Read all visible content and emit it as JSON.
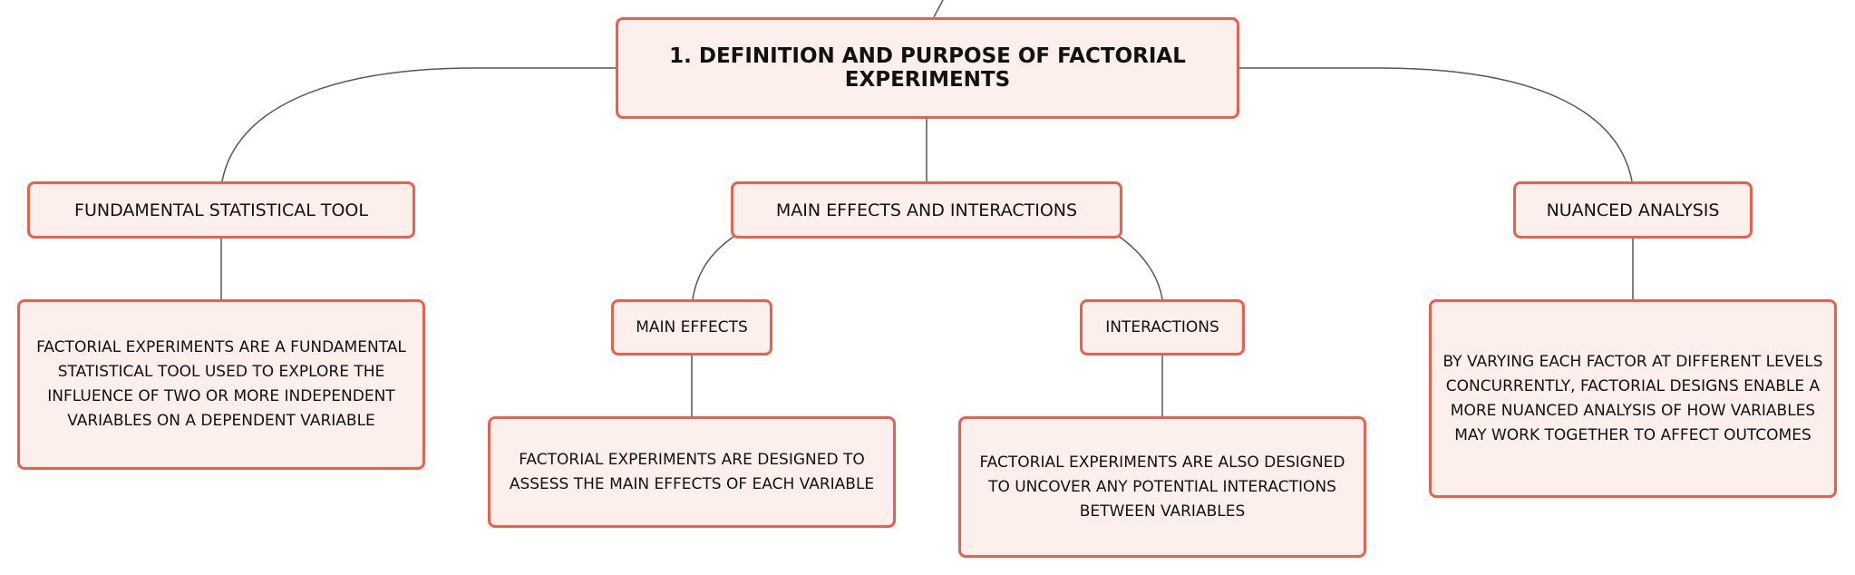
{
  "colors": {
    "node_fill": "#fdf0ec",
    "node_border": "#e8614e",
    "connector": "#555555",
    "text": "#111111"
  },
  "mindmap": {
    "root": {
      "label": "1. DEFINITION AND PURPOSE OF FACTORIAL EXPERIMENTS"
    },
    "branches": [
      {
        "label": "FUNDAMENTAL STATISTICAL TOOL",
        "detail": "FACTORIAL EXPERIMENTS ARE A FUNDAMENTAL STATISTICAL TOOL USED TO EXPLORE THE INFLUENCE OF TWO OR MORE INDEPENDENT VARIABLES ON A DEPENDENT VARIABLE"
      },
      {
        "label": "MAIN EFFECTS AND INTERACTIONS",
        "children": [
          {
            "label": "MAIN EFFECTS",
            "detail": "FACTORIAL EXPERIMENTS ARE DESIGNED TO ASSESS THE MAIN EFFECTS OF EACH VARIABLE"
          },
          {
            "label": "INTERACTIONS",
            "detail": "FACTORIAL EXPERIMENTS ARE ALSO DESIGNED TO UNCOVER ANY POTENTIAL INTERACTIONS BETWEEN VARIABLES"
          }
        ]
      },
      {
        "label": "NUANCED ANALYSIS",
        "detail": "BY VARYING EACH FACTOR AT DIFFERENT LEVELS CONCURRENTLY, FACTORIAL DESIGNS ENABLE A MORE NUANCED ANALYSIS OF HOW VARIABLES MAY WORK TOGETHER TO AFFECT OUTCOMES"
      }
    ]
  }
}
